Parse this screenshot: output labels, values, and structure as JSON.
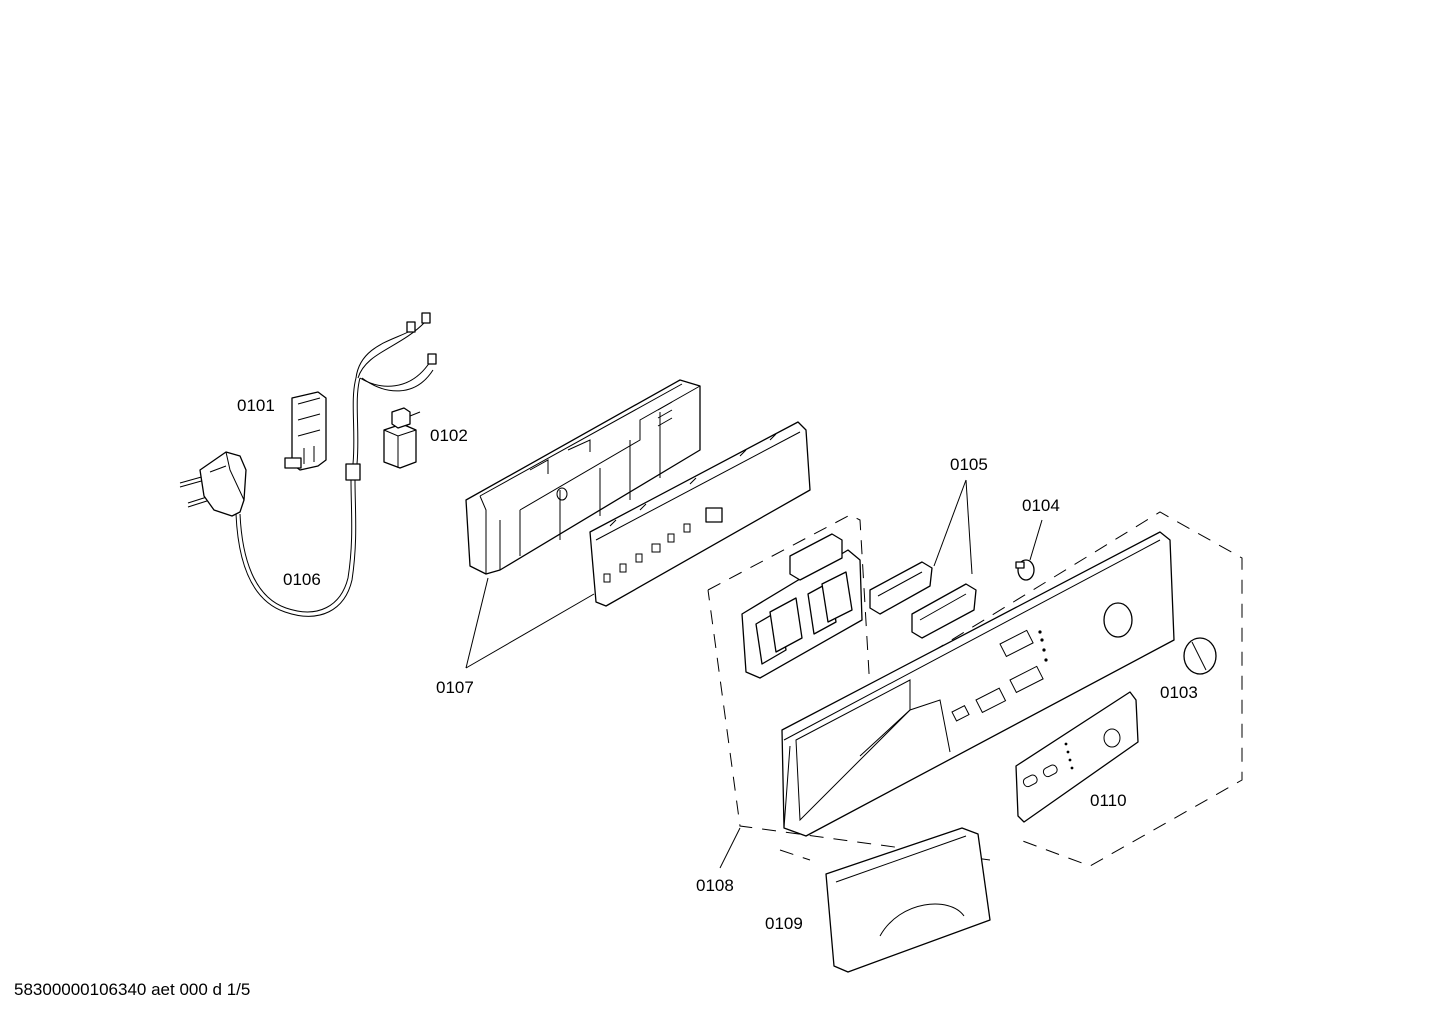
{
  "labels": {
    "p0101": "0101",
    "p0102": "0102",
    "p0103": "0103",
    "p0104": "0104",
    "p0105": "0105",
    "p0106": "0106",
    "p0107": "0107",
    "p0108": "0108",
    "p0109": "0109",
    "p0110": "0110"
  },
  "footer": {
    "code": "58300000106340 aet 000 d 1/5"
  }
}
